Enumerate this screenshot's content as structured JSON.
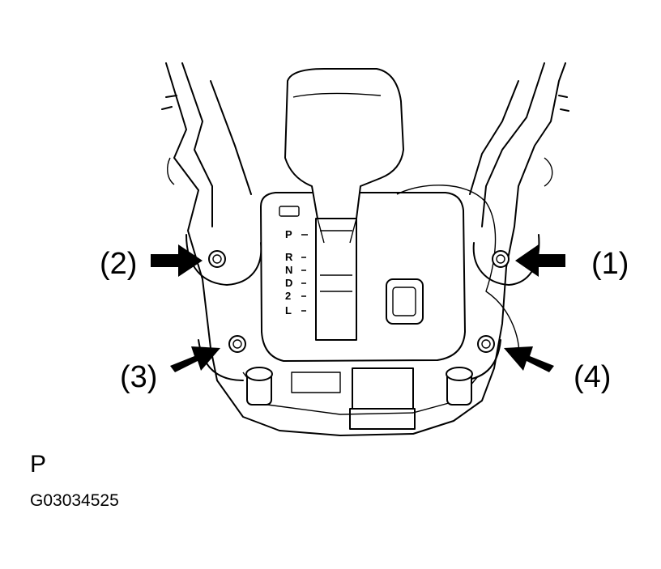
{
  "callouts": [
    {
      "id": "1",
      "label": "(1)"
    },
    {
      "id": "2",
      "label": "(2)"
    },
    {
      "id": "3",
      "label": "(3)"
    },
    {
      "id": "4",
      "label": "(4)"
    }
  ],
  "shift_gate": [
    "P",
    "R",
    "N",
    "D",
    "2",
    "L"
  ],
  "view_letter": "P",
  "figure_id": "G03034525"
}
